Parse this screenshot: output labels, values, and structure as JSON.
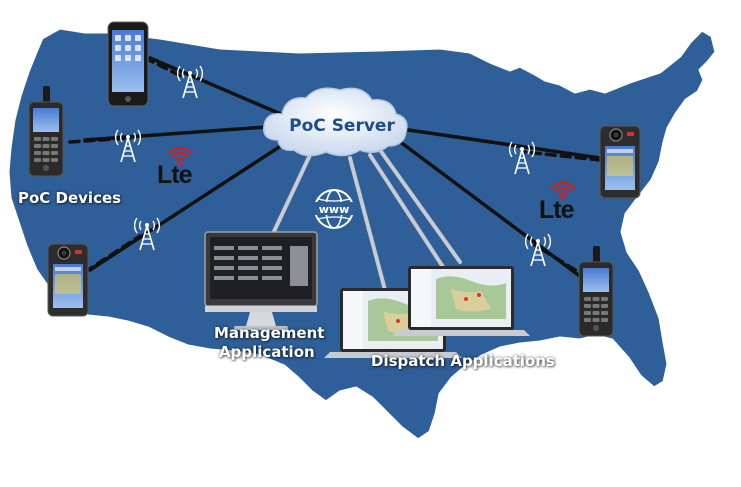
{
  "colors": {
    "map": "#2f5f98",
    "map_outline": "#ffffff",
    "link_solid": "#111111",
    "link_wan": "#c8ccd2",
    "cloud": "#dfe9f6",
    "lte_signal": "#d21f1f",
    "server_text": "#1b4d8c"
  },
  "labels": {
    "server": "PoC Server",
    "devices": "PoC Devices",
    "management_line1": "Management",
    "management_line2": "Application",
    "dispatch": "Dispatch Applications",
    "lte_left": "Lte",
    "lte_right": "Lte",
    "www": "www"
  },
  "icons": {
    "cloud": "cloud-icon",
    "tower": "radio-tower-icon",
    "signal": "lte-signal-icon",
    "globe": "www-globe-icon",
    "radio": "handheld-radio-icon",
    "smartphone": "smartphone-icon",
    "monitor": "desktop-monitor-icon",
    "laptop": "laptop-icon"
  }
}
